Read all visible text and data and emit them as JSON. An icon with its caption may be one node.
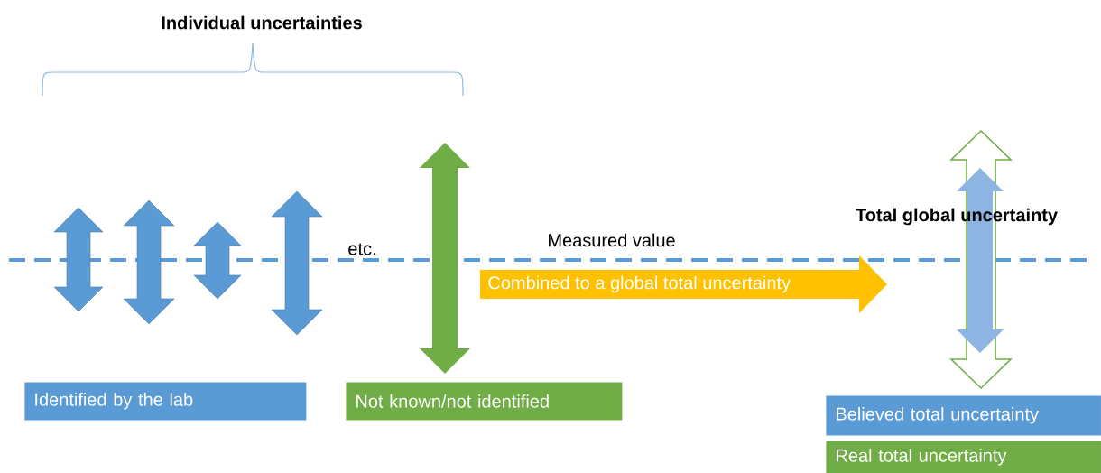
{
  "diagram": {
    "title": "Individual uncertainties",
    "nodes": [
      {
        "text": [
          "Identified by the lab"
        ]
      },
      {
        "text": [
          "Not known/not identified"
        ]
      },
      {
        "text": [
          "Combined to a global total  uncertainty"
        ]
      },
      {
        "text": [
          "Believed total uncertainty"
        ]
      },
      {
        "text": [
          "Real total uncertainty"
        ]
      }
    ],
    "labels": [
      "etc.",
      "Measured value",
      "Total global uncertainty"
    ]
  }
}
